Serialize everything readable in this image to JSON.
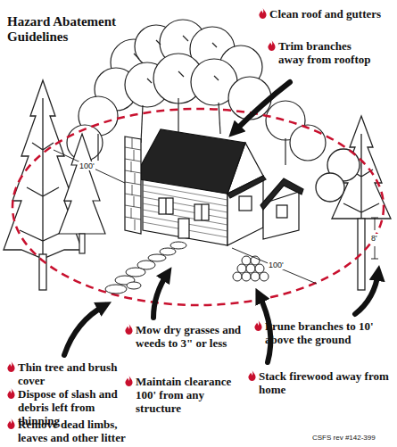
{
  "diagram": {
    "title": "Hazard Abatement Guidelines",
    "labels": [
      "Clean roof and gutters",
      "Trim branches away from rooftop",
      "Thin tree and brush cover",
      "Dispose of slash and debris left from thinning",
      "Remove dead limbs, leaves and other litter",
      "Mow dry grasses and weeds to 3\" or less",
      "Maintain clearance 100' from any structure",
      "Prune branches to 10' above the ground",
      "Stack firewood away from home",
      "100'",
      "100'",
      "8'",
      "CSFS rev #142-399"
    ]
  }
}
